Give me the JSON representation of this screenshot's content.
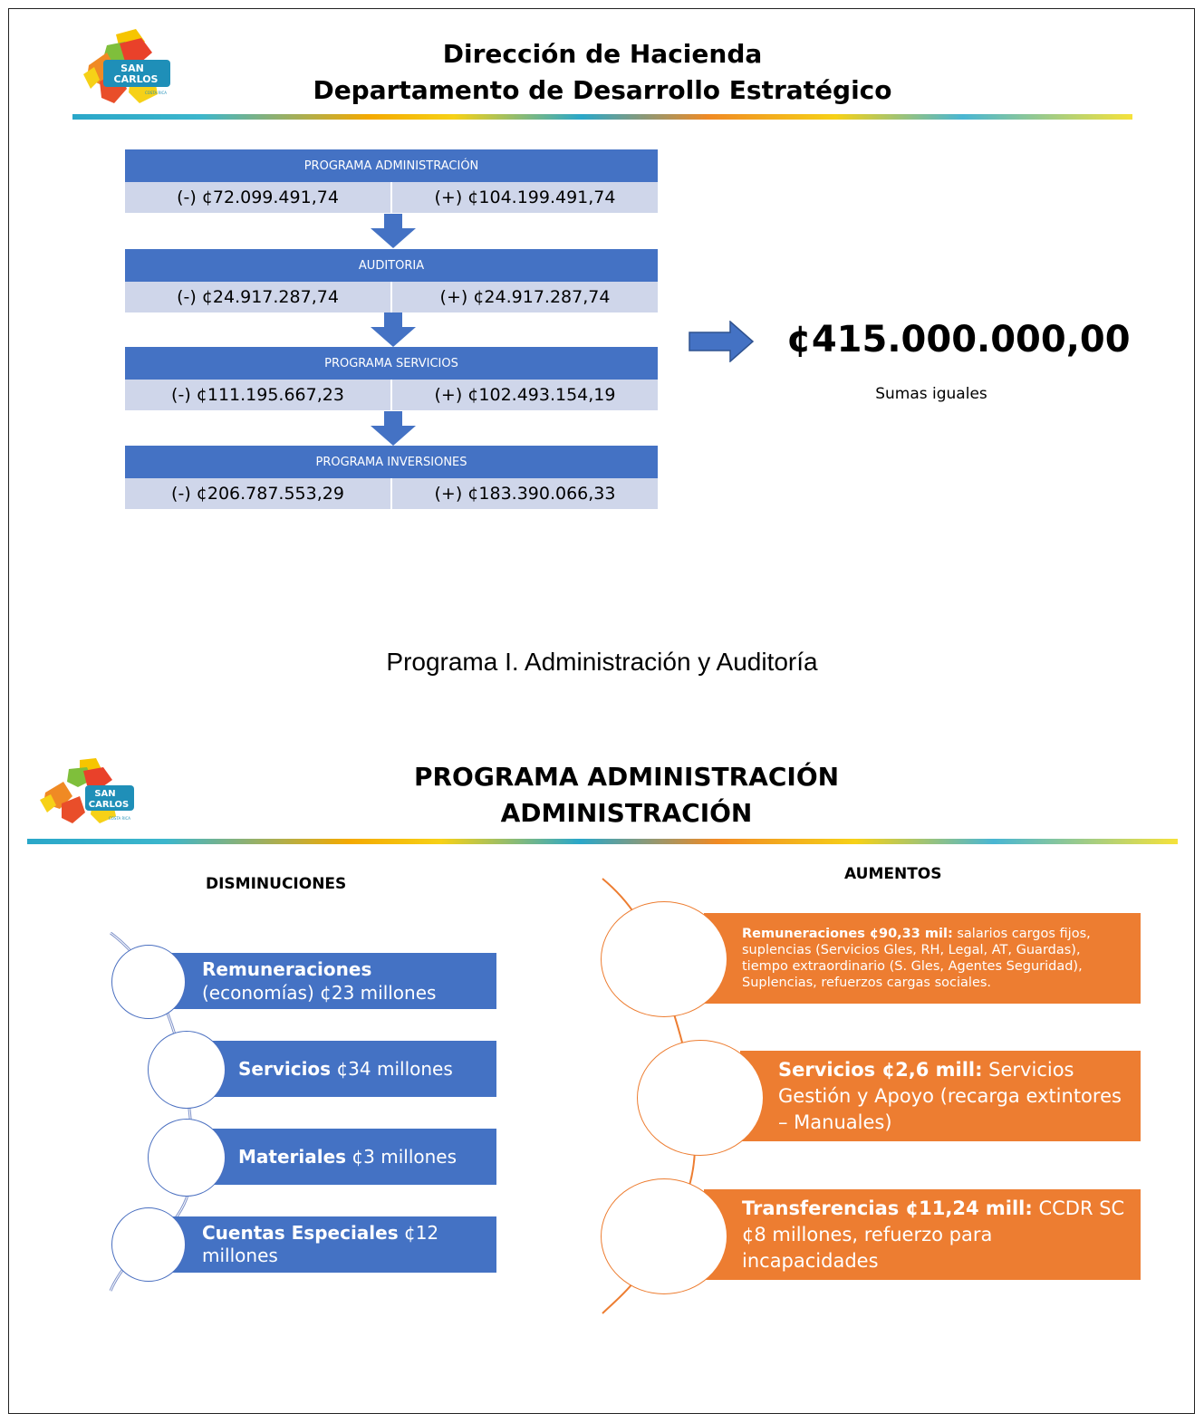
{
  "slide1": {
    "title_line1": "Dirección de Hacienda",
    "title_line2": "Departamento de Desarrollo Estratégico",
    "logo": {
      "text1": "SAN",
      "text2": "CARLOS",
      "text3": "COSTA RICA"
    },
    "programs": [
      {
        "name": "PROGRAMA ADMINISTRACIÓN",
        "minus": "(-) ¢72.099.491,74",
        "plus": "(+) ¢104.199.491,74"
      },
      {
        "name": "AUDITORIA",
        "minus": "(-) ¢24.917.287,74",
        "plus": "(+) ¢24.917.287,74"
      },
      {
        "name": "PROGRAMA SERVICIOS",
        "minus": "(-) ¢111.195.667,23",
        "plus": "(+) ¢102.493.154,19"
      },
      {
        "name": "PROGRAMA INVERSIONES",
        "minus": "(-) ¢206.787.553,29",
        "plus": "(+) ¢183.390.066,33"
      }
    ],
    "total": "¢415.000.000,00",
    "total_label": "Sumas iguales"
  },
  "section_label": "Programa I. Administración y Auditoría",
  "slide2": {
    "title_line1": "PROGRAMA ADMINISTRACIÓN",
    "title_line2": "ADMINISTRACIÓN",
    "logo": {
      "text1": "SAN",
      "text2": "CARLOS",
      "text3": "COSTA RICA"
    },
    "disminuciones_title": "DISMINUCIONES",
    "aumentos_title": "AUMENTOS",
    "disminuciones": [
      {
        "bold": "Remuneraciones",
        "text": "(economías) ¢23 millones"
      },
      {
        "bold": "Servicios",
        "text": " ¢34 millones"
      },
      {
        "bold": "Materiales",
        "text": " ¢3 millones"
      },
      {
        "bold": "Cuentas Especiales",
        "text": " ¢12 millones"
      }
    ],
    "aumentos": [
      {
        "bold": "Remuneraciones ¢90,33 mil:",
        "text": " salarios cargos fijos, suplencias (Servicios Gles, RH, Legal, AT, Guardas), tiempo extraordinario (S. Gles, Agentes Seguridad), Suplencias, refuerzos cargas sociales."
      },
      {
        "bold": "Servicios ¢2,6 mill:",
        "text": "  Servicios Gestión y Apoyo (recarga extintores – Manuales)"
      },
      {
        "bold": "Transferencias ¢11,24 mill:",
        "text": " CCDR SC ¢8 millones, refuerzo para incapacidades"
      }
    ]
  },
  "colors": {
    "blue": "#4472c4",
    "light_blue": "#cfd6ea",
    "orange": "#ed7d31"
  }
}
